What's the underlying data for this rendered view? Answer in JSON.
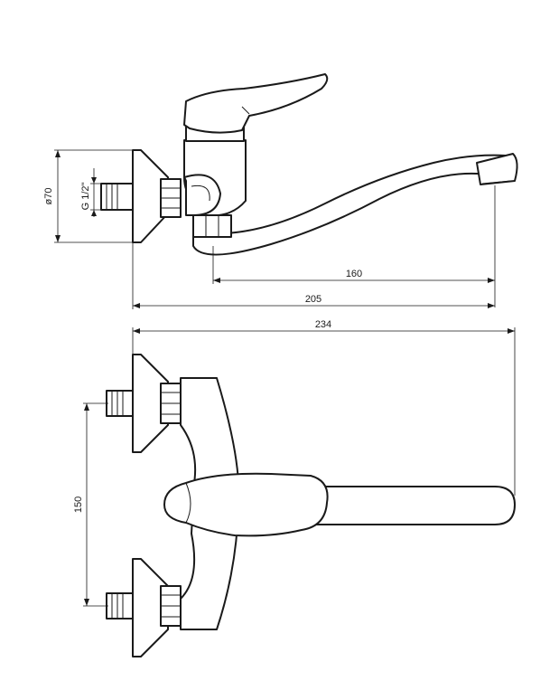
{
  "dimensions": {
    "diameter": "ø70",
    "thread": "G 1/2\"",
    "spout_reach": "160",
    "total_projection": "205",
    "total_width": "234",
    "connection_spacing": "150"
  }
}
